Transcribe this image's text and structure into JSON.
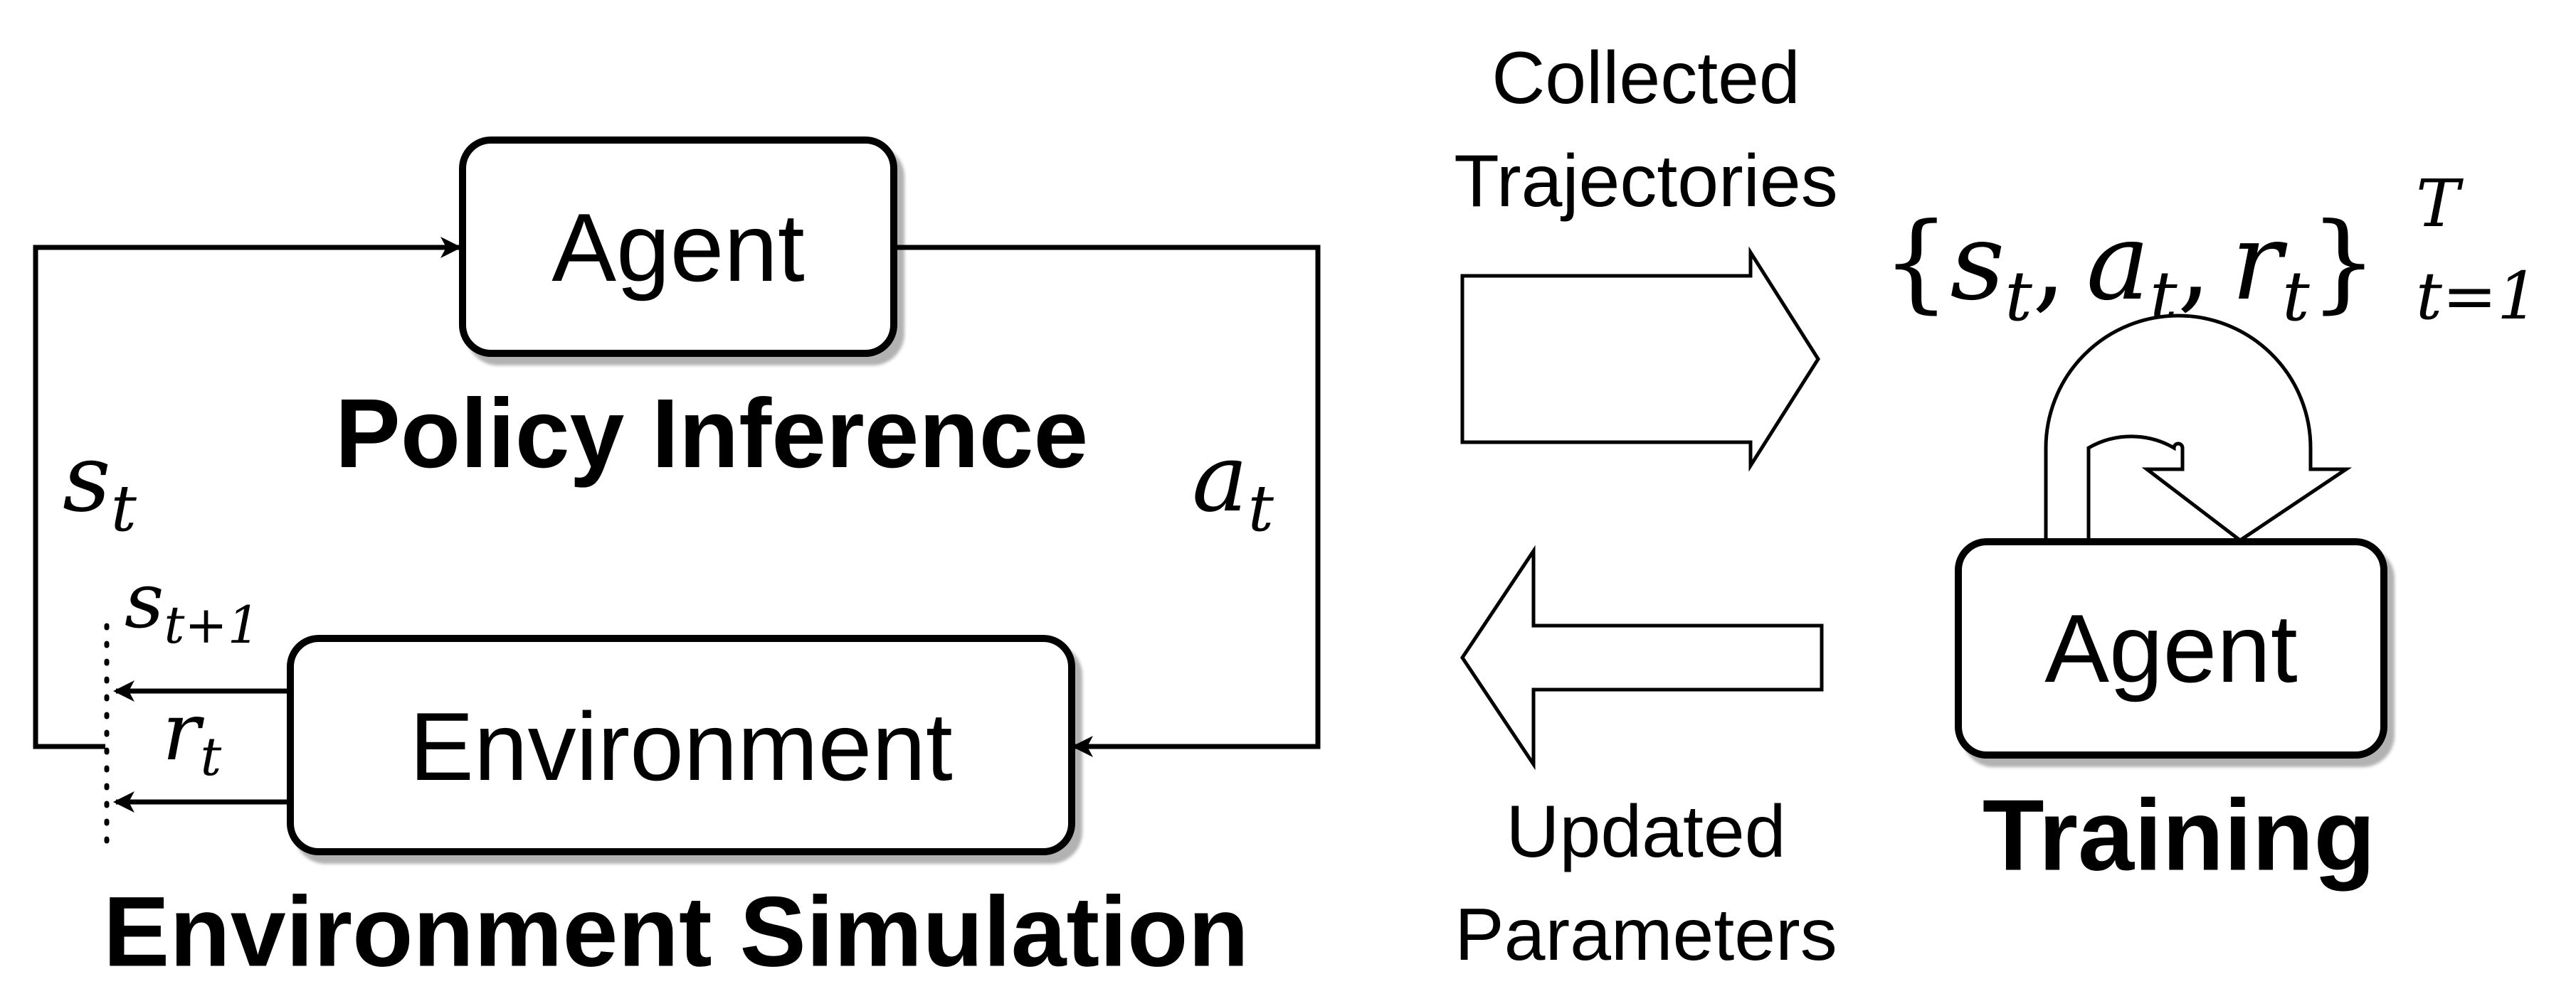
{
  "left": {
    "agent_box_label": "Agent",
    "environment_box_label": "Environment",
    "policy_caption": "Policy Inference",
    "environment_caption": "Environment Simulation",
    "state_label": {
      "base": "s",
      "sub": "t"
    },
    "action_label": {
      "base": "a",
      "sub": "t"
    },
    "next_state_label": {
      "base": "s",
      "sub": "t+1"
    },
    "reward_label": {
      "base": "r",
      "sub": "t"
    }
  },
  "middle": {
    "forward_label_line1": "Collected",
    "forward_label_line2": "Trajectories",
    "backward_label_line1": "Updated",
    "backward_label_line2": "Parameters"
  },
  "right": {
    "trajectory_set": {
      "brace_open": "{",
      "s": "s",
      "a": "a",
      "r": "r",
      "sub": "t",
      "comma": ",",
      "brace_close": "}",
      "sup": "T",
      "lower": "t=1"
    },
    "agent_box_label": "Agent",
    "training_caption": "Training"
  }
}
